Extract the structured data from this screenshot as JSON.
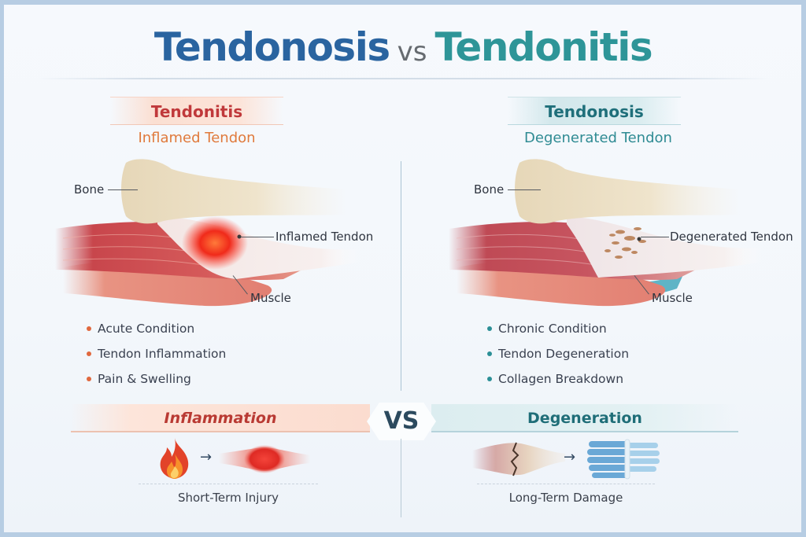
{
  "header": {
    "title_part1": "Tendonosis",
    "title_vs": "vs",
    "title_part2": "Tendonitis"
  },
  "colors": {
    "title_blue": "#2a64a0",
    "title_teal": "#2e9598",
    "tendonitis_red": "#c0393b",
    "inflamed_orange": "#e07a3c",
    "tendonosis_teal": "#1f6f7a",
    "frame_border": "#b7cde3"
  },
  "left_panel": {
    "heading": "Tendonitis",
    "subheading": "Inflamed Tendon",
    "labels": {
      "bone": "Bone",
      "tendon": "Inflamed Tendon",
      "muscle": "Muscle"
    },
    "bullets": [
      "Acute Condition",
      "Tendon Inflammation",
      "Pain & Swelling"
    ],
    "bottom": {
      "heading": "Inflammation",
      "icons": [
        "fire-icon",
        "arrow-right-icon",
        "swollen-tendon-icon"
      ],
      "caption": "Short-Term Injury"
    }
  },
  "right_panel": {
    "heading": "Tendonosis",
    "subheading": "Degenerated Tendon",
    "labels": {
      "bone": "Bone",
      "tendon": "Degenerated Tendon",
      "muscle": "Muscle"
    },
    "bullets": [
      "Chronic Condition",
      "Tendon Degeneration",
      "Collagen Breakdown"
    ],
    "bottom": {
      "heading": "Degeneration",
      "icons": [
        "torn-tendon-icon",
        "arrow-right-icon",
        "collagen-fibers-icon"
      ],
      "caption": "Long-Term Damage"
    }
  },
  "vs_badge": "VS",
  "arrow_glyph": "→"
}
